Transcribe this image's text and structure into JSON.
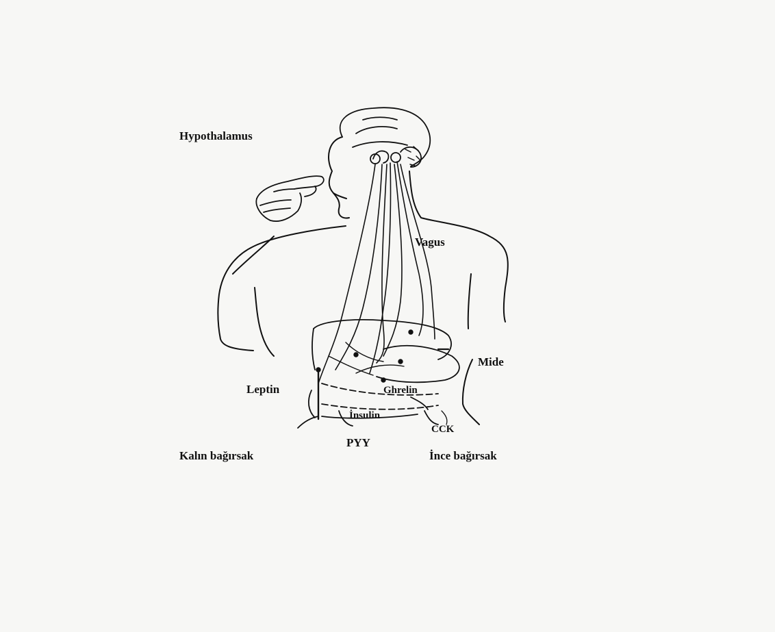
{
  "labels": {
    "hypothalamus": "Hypothalamus",
    "vagus": "Vagus",
    "mide": "Mide",
    "leptin": "Leptin",
    "ghrelin": "Ghrelin",
    "insulin": "İnsulin",
    "cck": "CCK",
    "pyy": "PYY",
    "kalin_bagirsak": "Kalın bağırsak",
    "ince_bagirsak": "İnce bağırsak"
  },
  "colors": {
    "background": "#f7f7f5",
    "ink": "#111111"
  }
}
